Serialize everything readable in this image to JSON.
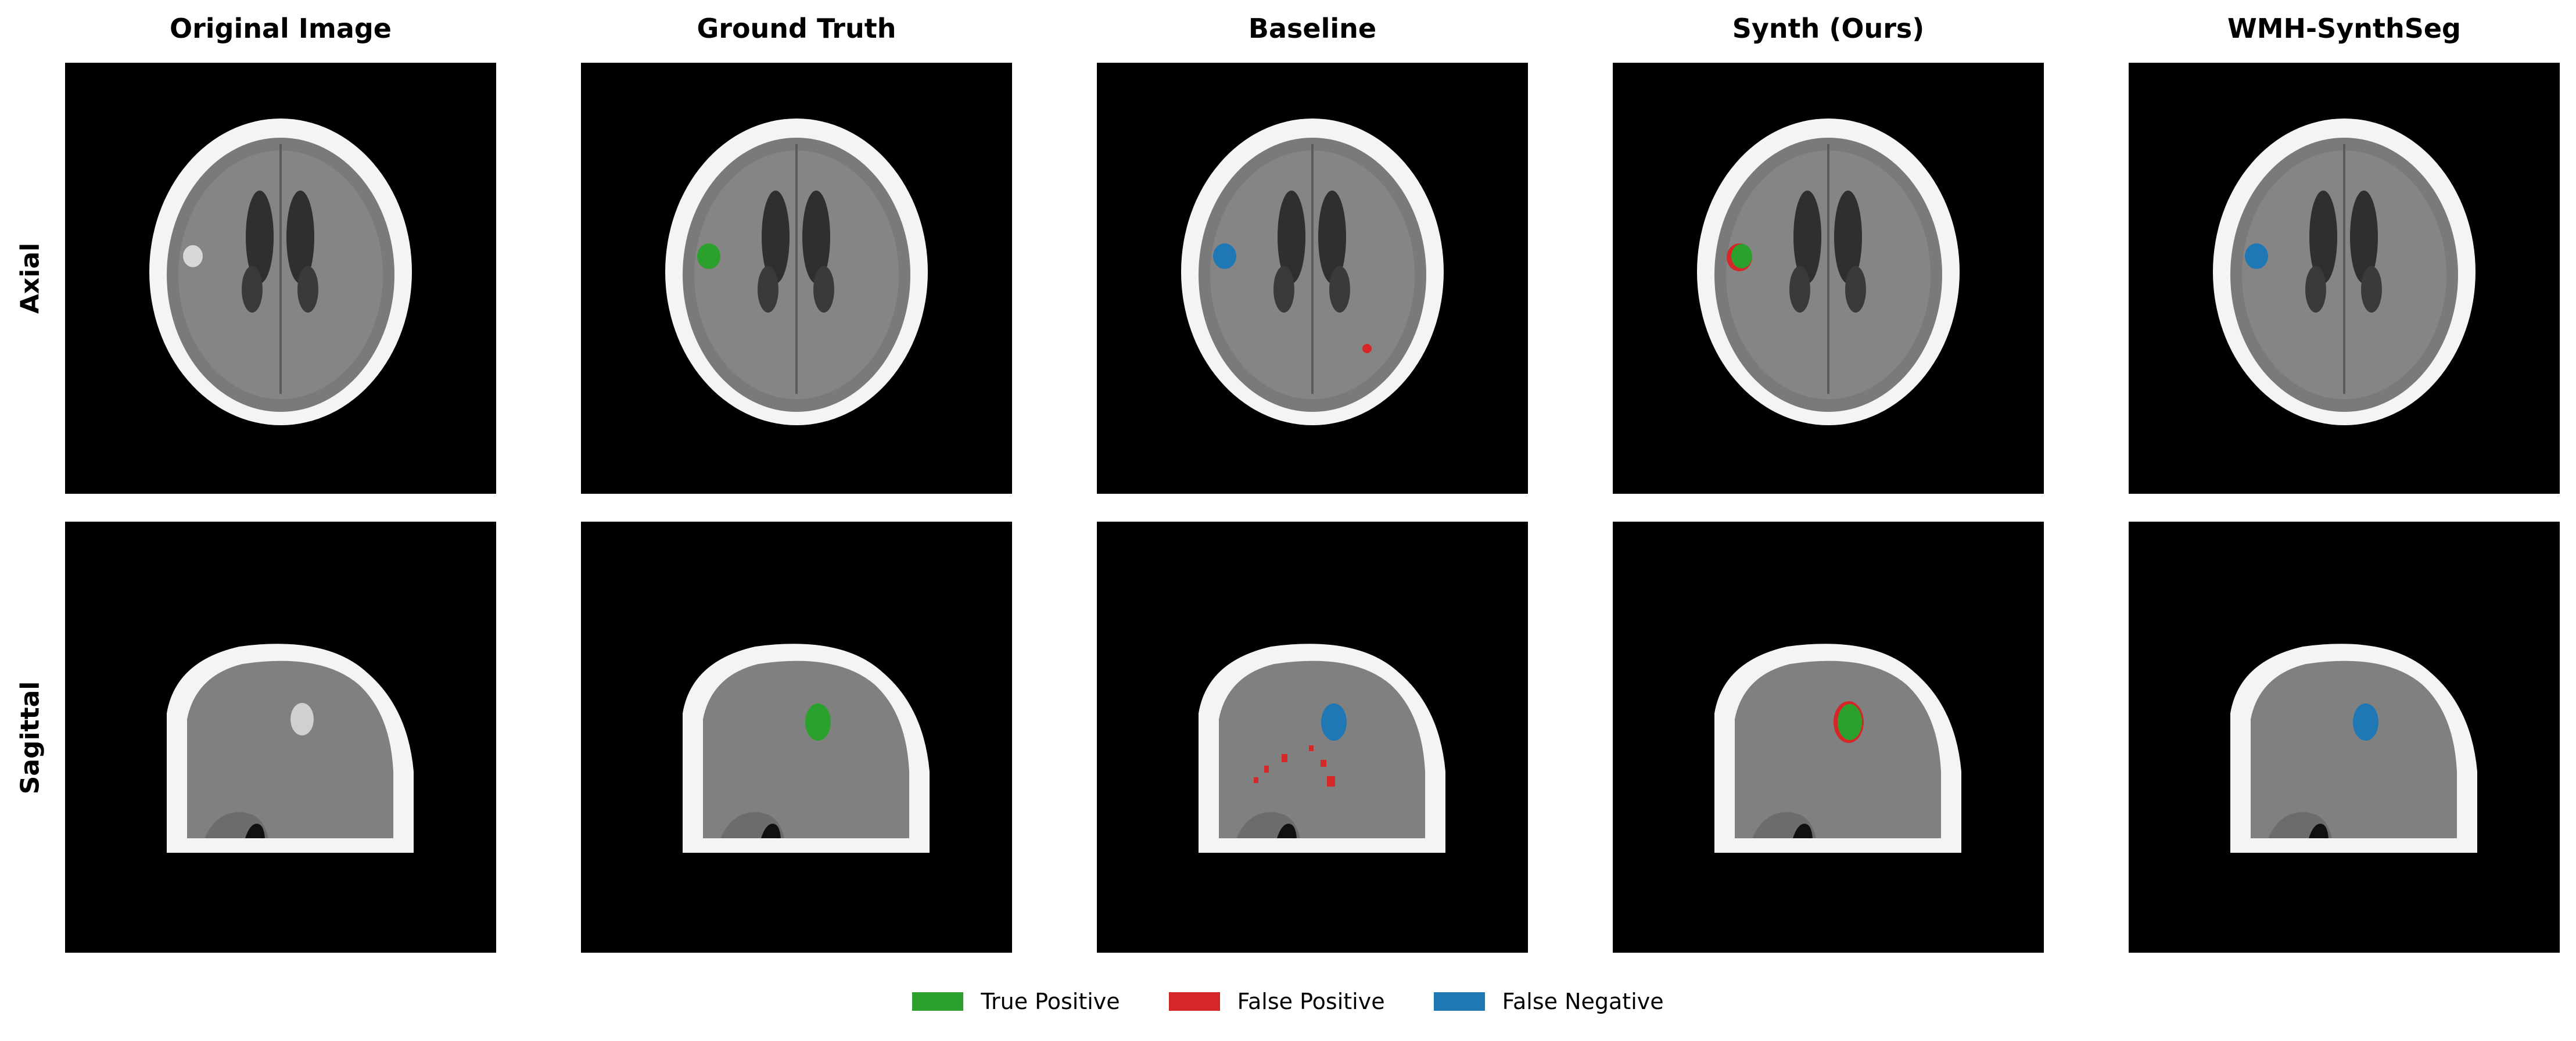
{
  "columns": [
    "Original Image",
    "Ground Truth",
    "Baseline",
    "Synth (Ours)",
    "WMH-SynthSeg"
  ],
  "rows": [
    "Axial",
    "Sagittal"
  ],
  "colors": {
    "true_positive": "#2ca02c",
    "false_positive": "#d62728",
    "false_negative": "#1f77b4"
  },
  "panels": [
    {
      "row": "Axial",
      "column": "Original Image",
      "overlay": "none"
    },
    {
      "row": "Axial",
      "column": "Ground Truth",
      "overlay": "true-positive"
    },
    {
      "row": "Axial",
      "column": "Baseline",
      "overlay": "false-negative"
    },
    {
      "row": "Axial",
      "column": "Synth (Ours)",
      "overlay": "true-positive"
    },
    {
      "row": "Axial",
      "column": "WMH-SynthSeg",
      "overlay": "false-negative"
    },
    {
      "row": "Sagittal",
      "column": "Original Image",
      "overlay": "none"
    },
    {
      "row": "Sagittal",
      "column": "Ground Truth",
      "overlay": "true-positive"
    },
    {
      "row": "Sagittal",
      "column": "Baseline",
      "overlay": "false-negative"
    },
    {
      "row": "Sagittal",
      "column": "Synth (Ours)",
      "overlay": "true-positive"
    },
    {
      "row": "Sagittal",
      "column": "WMH-SynthSeg",
      "overlay": "false-negative"
    }
  ],
  "legend": [
    {
      "label": "True Positive",
      "color": "#2ca02c"
    },
    {
      "label": "False Positive",
      "color": "#d62728"
    },
    {
      "label": "False Negative",
      "color": "#1f77b4"
    }
  ]
}
